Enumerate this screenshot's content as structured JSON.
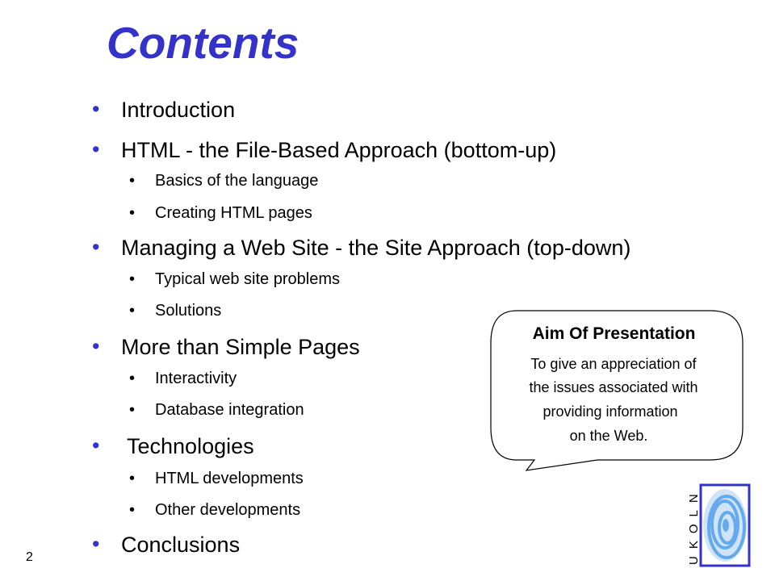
{
  "slide": {
    "title": "Contents",
    "page_number": "2",
    "outline": [
      {
        "level": 1,
        "text": "Introduction"
      },
      {
        "level": 1,
        "text": "HTML  - the File-Based Approach (bottom-up)"
      },
      {
        "level": 2,
        "text": "Basics of the language"
      },
      {
        "level": 2,
        "text": "Creating HTML pages"
      },
      {
        "level": 1,
        "text": "Managing a Web Site - the Site Approach (top-down)"
      },
      {
        "level": 2,
        "text": "Typical web site problems"
      },
      {
        "level": 2,
        "text": "Solutions"
      },
      {
        "level": 1,
        "text": "More than Simple Pages"
      },
      {
        "level": 2,
        "text": "Interactivity"
      },
      {
        "level": 2,
        "text": "Database integration"
      },
      {
        "level": 1,
        "text": " Technologies"
      },
      {
        "level": 2,
        "text": "HTML developments"
      },
      {
        "level": 2,
        "text": "Other developments"
      },
      {
        "level": 1,
        "text": "Conclusions"
      }
    ],
    "callout": {
      "title": "Aim Of Presentation",
      "lines": [
        "To give an appreciation of",
        "the issues associated with",
        "providing information",
        "on the Web."
      ]
    },
    "logo": {
      "text": "UKOLN",
      "colors": {
        "border": "#3333cc",
        "swirl": "#66aaee",
        "text": "#000000"
      }
    },
    "colors": {
      "accent": "#3333cc"
    }
  }
}
